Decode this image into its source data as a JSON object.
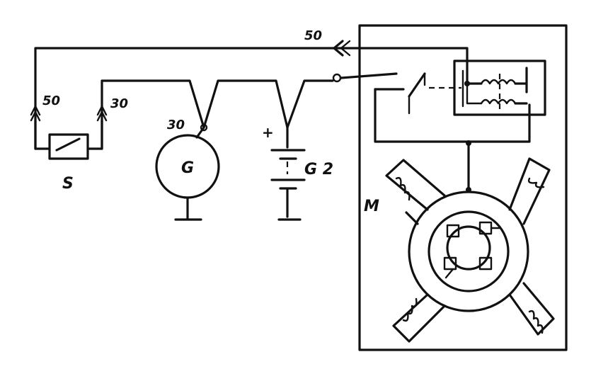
{
  "labels": {
    "terminal_50_top": "50",
    "terminal_50_switch": "50",
    "terminal_30_switch": "30",
    "terminal_30_generator": "30",
    "switch": "S",
    "generator": "G",
    "battery": "G 2",
    "battery_plus": "+",
    "motor": "M"
  },
  "colors": {
    "line": "#111111",
    "background": "#ffffff"
  }
}
